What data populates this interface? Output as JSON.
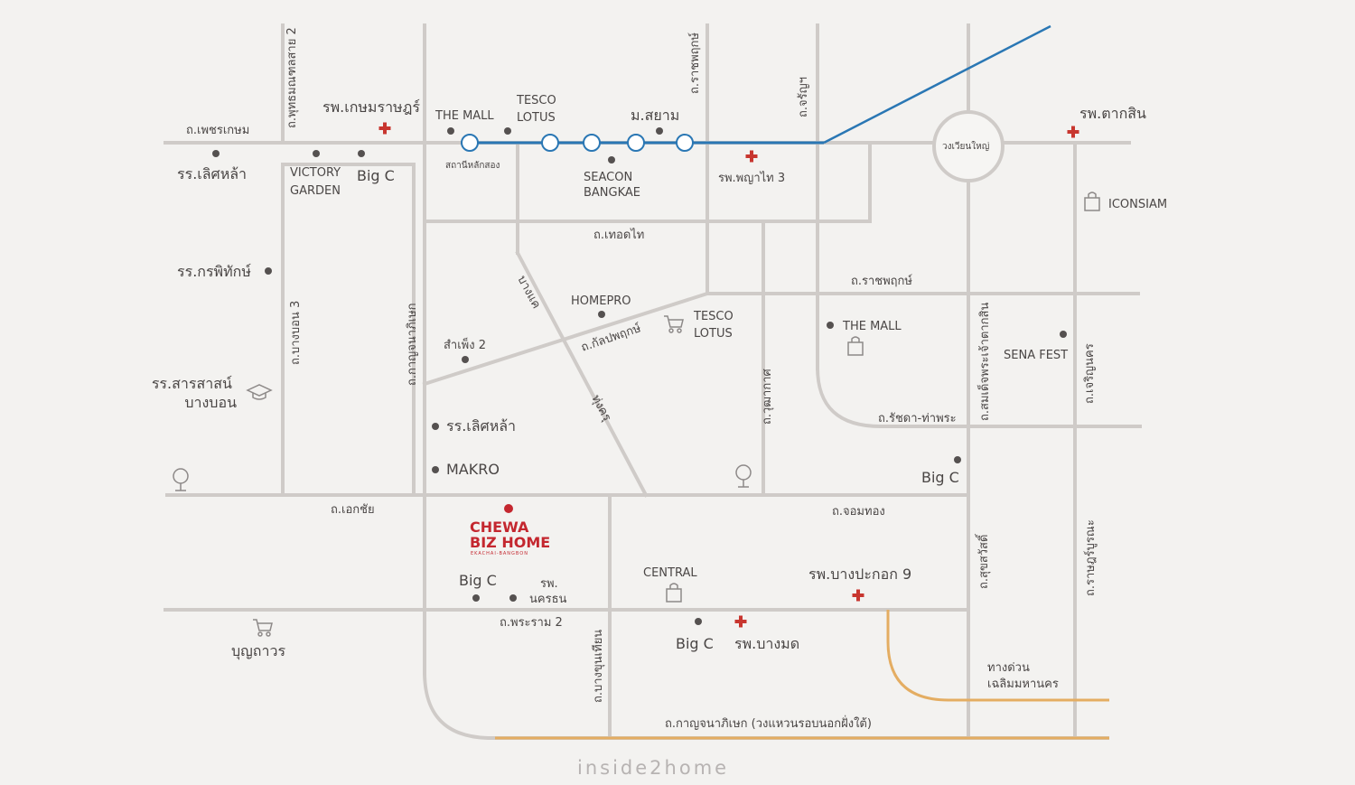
{
  "colors": {
    "road": "#cfcbc8",
    "bts_line": "#2a77b4",
    "expressway": "#e4ad62",
    "hospital": "#c8362f",
    "brand": "#c4272f"
  },
  "watermark": "inside2home",
  "project": {
    "name_line1": "CHEWA",
    "name_line2": "BIZ HOME",
    "tagline": "EKACHAI-BANGBON"
  },
  "roads": {
    "phetkasem": "ถ.เพชรเกษม",
    "phutthamonthon2": "ถ.พุทธมณฑลสาย 2",
    "ratchaphruek_top": "ถ.ราชพฤกษ์",
    "charansanitwong": "ถ.จรัญฯ",
    "thoedthai": "ถ.เทอดไท",
    "ratchaphruek_mid": "ถ.ราชพฤกษ์",
    "kalpaphruek": "ถ.กัลปพฤกษ์",
    "bangbon3": "ถ.บางบอน 3",
    "kanchanaphisek": "ถ.กาญจนาภิเษก",
    "bangkhae": "บางแค",
    "wutthakat": "ถ.วุฒากาศ",
    "somdet": "ถ.สมเด็จพระเจ้าตากสิน",
    "charoenrat": "ถ.เจริญนคร",
    "ratchada": "ถ.รัชดา-ท่าพระ",
    "ekkachai": "ถ.เอกชัย",
    "chomthong": "ถ.จอมทอง",
    "suksawat": "ถ.สุขสวัสดิ์",
    "ratburana": "ถ.ราษฎร์บูรณะ",
    "rama2": "ถ.พระราม 2",
    "bangkhunthian": "ถ.บางขุนเทียน",
    "kanchanaphisek_outer": "ถ.กาญจนาภิเษก (วงแหวนรอบนอกฝั่งใต้)",
    "thung_khru": "ทุ่งครุ",
    "expressway": "ทางด่วน\nเฉลิมมหานคร"
  },
  "places": {
    "sri_lasalle_top": "รร.เลิศหล้า",
    "victory_garden": "VICTORY\nGARDEN",
    "bigc_top": "Big C",
    "hospital_kasem": "รพ.เกษมราษฎร์",
    "the_mall_top": "THE MALL",
    "bts_station": "สถานีหลักสอง",
    "tesco_top": "TESCO\nLOTUS",
    "seacon": "SEACON\nBANGKAE",
    "siam_uni": "ม.สยาม",
    "hospital_phyathai3": "รพ.พญาไท 3",
    "wongwian_yai": "วงเวียนใหญ่",
    "hospital_taksin": "รพ.ตากสิน",
    "iconsiam": "ICONSIAM",
    "school_kornpitak": "รร.กรพิทักษ์",
    "homepro": "HOMEPRO",
    "tesco_mid": "TESCO\nLOTUS",
    "sampeng2": "สำเพ็ง 2",
    "the_mall_mid": "THE MALL",
    "sena_fest": "SENA FEST",
    "school_sarasas": "รร.สารสาสน์\nบางบอน",
    "school_lasalle_mid": "รร.เลิศหล้า",
    "makro": "MAKRO",
    "bigc_chomthong": "Big C",
    "bigc_ekachai": "Big C",
    "hospital_nakhon": "รพ.\nนครธน",
    "central": "CENTRAL",
    "hospital_bangpakok9": "รพ.บางปะกอก 9",
    "boonthavorn": "บุญถาวร",
    "bigc_rama2": "Big C",
    "hospital_bangmod": "รพ.บางมด"
  }
}
